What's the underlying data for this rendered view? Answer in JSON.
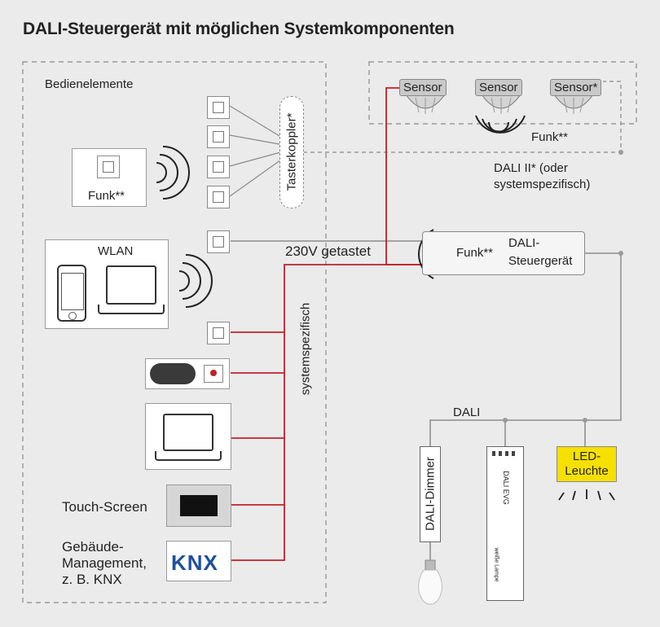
{
  "title": "DALI-Steuergerät mit möglichen Systemkomponenten",
  "left_region": {
    "label": "Bedienelemente"
  },
  "sensors": [
    {
      "label": "Sensor"
    },
    {
      "label": "Sensor"
    },
    {
      "label": "Sensor*"
    }
  ],
  "labels": {
    "funk_sensors": "Funk**",
    "funk_panel": "Funk**",
    "tasterkoppler": "Tasterkoppler*",
    "dali2": "DALI II* (oder",
    "dali2_line2": "systemspezifisch)",
    "wlan": "WLAN",
    "getastet": "230V getastet",
    "systemspezifisch": "systemspezifisch",
    "controller_funk": "Funk**",
    "controller_line1": "DALI-",
    "controller_line2": "Steuergerät",
    "dali_bus": "DALI",
    "touch_screen": "Touch-Screen",
    "gebaeude_1": "Gebäude-",
    "gebaeude_2": "Management,",
    "gebaeude_3": "z. B. KNX",
    "knx_logo": "KNX",
    "dimmer": "DALI-Dimmer",
    "evg": "DALI EVG",
    "weisse_lampe": "weiße Lampe",
    "led_line1": "LED-",
    "led_line2": "Leuchte"
  },
  "colors": {
    "red_wire": "#c0202a",
    "grey_wire": "#9a9a9a",
    "led_fill": "#f5e000",
    "knx_green": "#2d8a3a",
    "knx_blue": "#1f4fa0"
  }
}
